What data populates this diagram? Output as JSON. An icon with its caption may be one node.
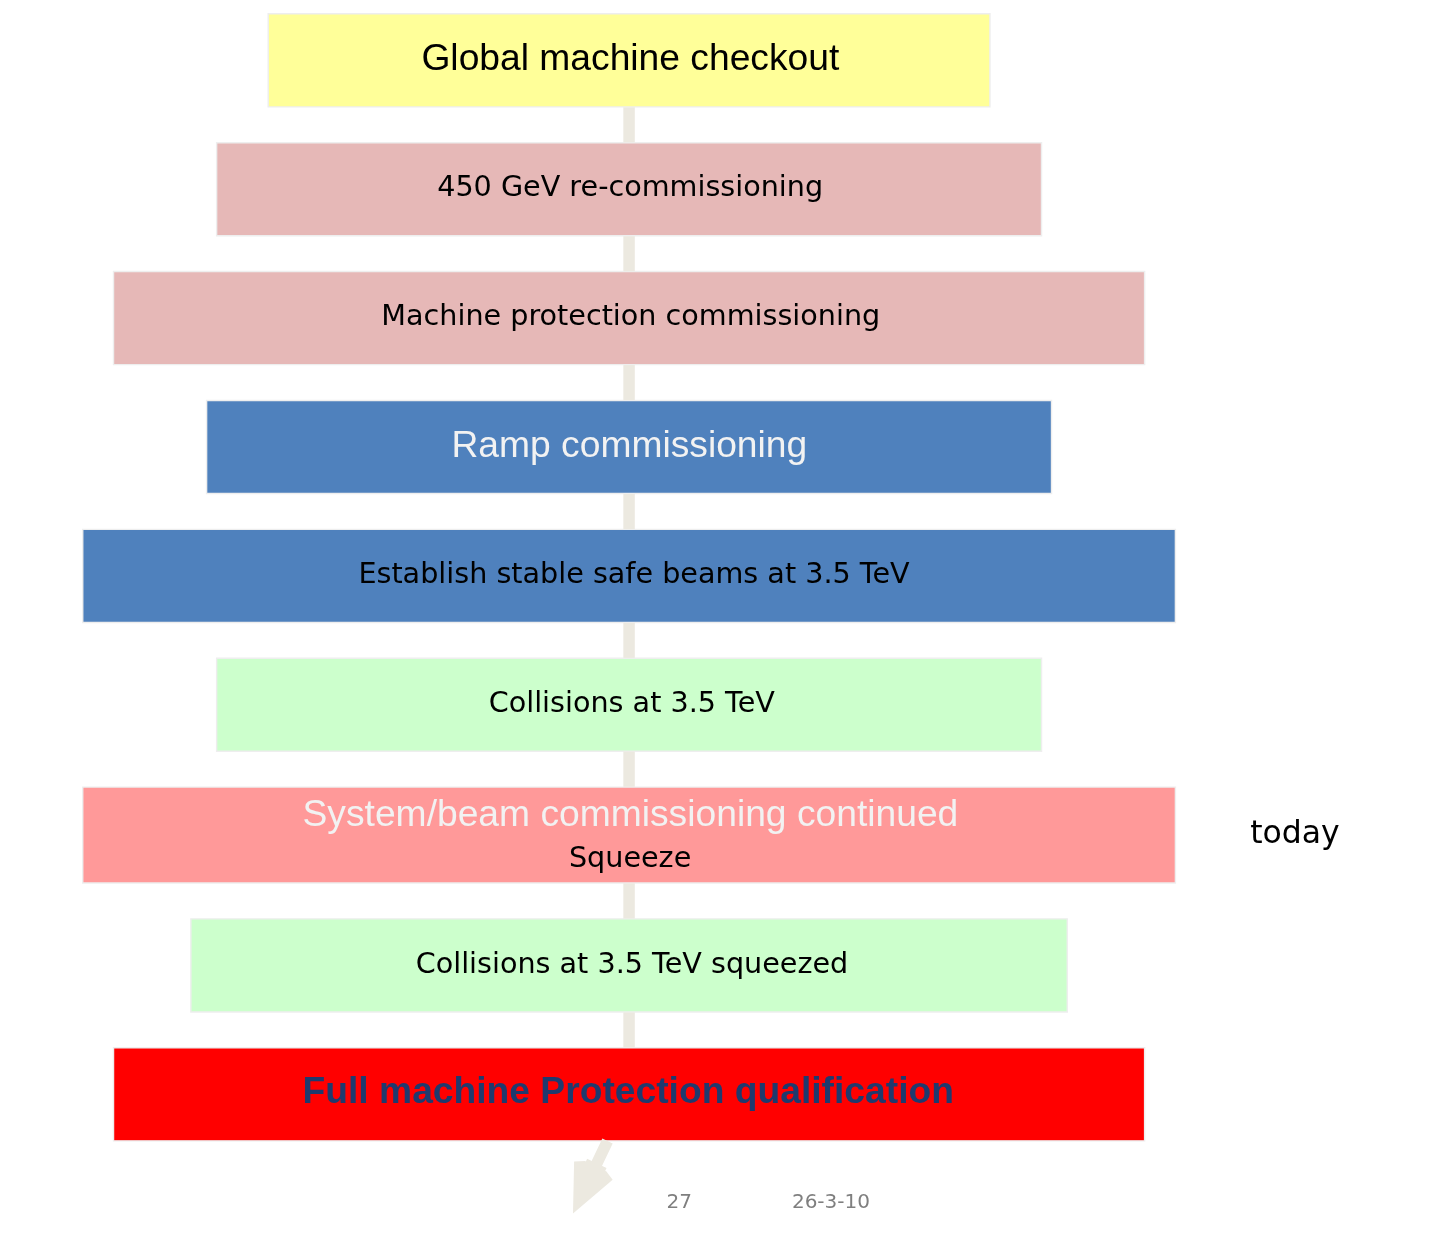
{
  "diagram": {
    "nodes": [
      {
        "text": [
          "Global machine checkout"
        ]
      },
      {
        "text": [
          "450 GeV re-commissioning"
        ]
      },
      {
        "text": [
          "Machine protection commissioning"
        ]
      },
      {
        "text": [
          "Ramp commissioning"
        ]
      },
      {
        "text": [
          "Establish stable safe beams at 3.5 TeV"
        ]
      },
      {
        "text": [
          "Collisions at 3.5 TeV"
        ]
      },
      {
        "text": [
          "System/beam commissioning continued",
          "Squeeze"
        ]
      },
      {
        "text": [
          "Collisions at 3.5 TeV squeezed"
        ]
      },
      {
        "text": [
          "Full machine Protection qualification"
        ]
      }
    ],
    "edges": [
      {
        "from": 0,
        "to": 1,
        "arrow": "none"
      },
      {
        "from": 1,
        "to": 2,
        "arrow": "none"
      },
      {
        "from": 2,
        "to": 3,
        "arrow": "none"
      },
      {
        "from": 3,
        "to": 4,
        "arrow": "none"
      },
      {
        "from": 4,
        "to": 5,
        "arrow": "none"
      },
      {
        "from": 5,
        "to": 6,
        "arrow": "none"
      },
      {
        "from": 6,
        "to": 7,
        "arrow": "none"
      },
      {
        "from": 7,
        "to": 8,
        "arrow": "none"
      },
      {
        "from": 8,
        "to": null,
        "arrow": "to"
      }
    ],
    "labels": [
      "today",
      "27",
      "26-3-10"
    ]
  }
}
